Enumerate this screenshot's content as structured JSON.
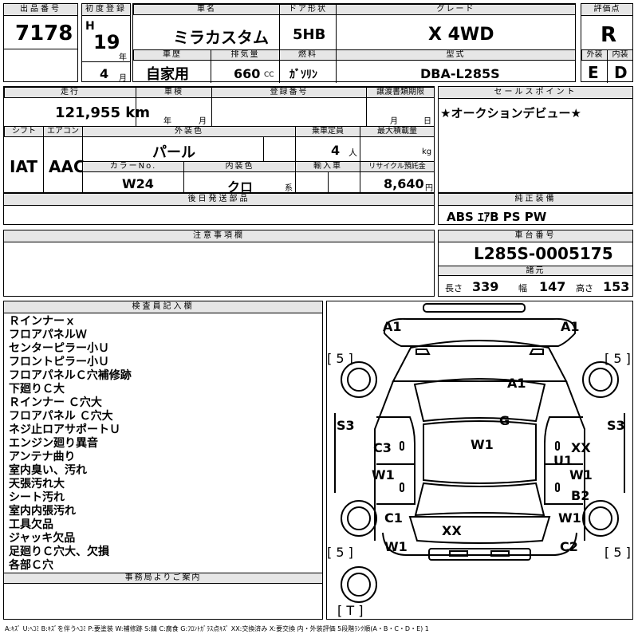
{
  "header_labels": {
    "lot_no": "出品番号",
    "first_reg": "初度登録",
    "car_name": "車名",
    "door": "ドア形状",
    "grade": "グレード",
    "score": "評価点",
    "history": "車歴",
    "displacement": "排気量",
    "fuel": "燃料",
    "model": "型式",
    "exterior": "外装",
    "interior": "内装",
    "mileage": "走行",
    "inspection": "車検",
    "reg_no": "登録番号",
    "transfer_deadline": "譲渡書類期限",
    "sales_point": "セールスポイント",
    "shift": "シフト",
    "aircon": "エアコン",
    "ext_color": "外装色",
    "capacity": "乗車定員",
    "max_load": "最大積載量",
    "color_no": "カラーNo.",
    "int_color": "内装色",
    "import": "輸入車",
    "recycle": "リサイクル預託金",
    "later_parts": "後日発送部品",
    "genuine_equip": "純正装備",
    "notes": "注意事項欄",
    "chassis_no": "車台番号",
    "specs": "諸元",
    "inspector": "検査員記入欄",
    "office": "事務局よりご案内"
  },
  "lot_no": "7178",
  "era": "H",
  "year": "19",
  "year_unit": "年",
  "month": "4",
  "month_unit": "月",
  "car_name": "ミラカスタム",
  "door": "5HB",
  "grade": "X 4WD",
  "score": "R",
  "history": "自家用",
  "displacement": "660",
  "displacement_unit": "CC",
  "fuel": "ｶﾞｿﾘﾝ",
  "model": "DBA-L285S",
  "exterior_grade": "E",
  "interior_grade": "D",
  "mileage": "121,955 km",
  "insp_year_unit": "年",
  "insp_month_unit": "月",
  "transfer_month_unit": "月",
  "transfer_day_unit": "日",
  "sales_point_text": "★オークションデビュー★",
  "shift": "IAT",
  "aircon": "AAC",
  "ext_color": "パール",
  "capacity": "4",
  "capacity_unit": "人",
  "load_unit": "kg",
  "color_no": "W24",
  "int_color": "クロ",
  "int_color_unit": "系",
  "recycle": "8,640",
  "recycle_unit": "円",
  "genuine_equip": "ABS ｴｱB PS PW",
  "chassis_no": "L285S-0005175",
  "spec_length_label": "長さ",
  "spec_length": "339",
  "spec_width_label": "幅",
  "spec_width": "147",
  "spec_height_label": "高さ",
  "spec_height": "153",
  "inspector_notes": [
    "Ｒインナーｘ",
    "フロアパネルＷ",
    "センターピラー小Ｕ",
    "フロントピラー小Ｕ",
    "フロアパネルＣ穴補修跡",
    "下廻りＣ大",
    "Ｒインナー Ｃ穴大",
    "フロアパネル Ｃ穴大",
    "ネジ止ロアサポートＵ",
    "エンジン廻り異音",
    "アンテナ曲り",
    "室内臭い、汚れ",
    "天張汚れ大",
    "シート汚れ",
    "室内内張汚れ",
    "工具欠品",
    "ジャッキ欠品",
    "足廻りＣ穴大、欠損",
    "各部Ｃ穴"
  ],
  "diagram_marks": {
    "fl": "A1",
    "fr": "A1",
    "hood": "A1",
    "roof": "G",
    "ls_top": "C3",
    "ls_mid": "W1",
    "rs_top": "XX",
    "rs_u": "U1",
    "rs_mid": "W1",
    "rs_b": "B2",
    "sill_l": "S3",
    "sill_r": "S3",
    "rl_door": "C1",
    "rl_bot": "W1",
    "rr_door": "W1",
    "rr_bot": "C2",
    "trunk": "XX",
    "center": "W1",
    "tire_fl": "[ 5 ]",
    "tire_fr": "[ 5 ]",
    "tire_rl": "[ 5 ]",
    "tire_rr": "[ 5 ]",
    "spare": "[ T ]"
  },
  "legend": "A:ｷｽﾞ U:ﾍｺﾐ B:ｷｽﾞを伴うﾍｺﾐ P:要塗装 W:補修跡 S:錆 C:腐食 G:ﾌﾛﾝﾄｶﾞﾗｽ点ｷｽﾞ XX:交換済み X:要交換 内・外装評価 5段階ﾗﾝｸ順(A・B・C・D・E) 1"
}
